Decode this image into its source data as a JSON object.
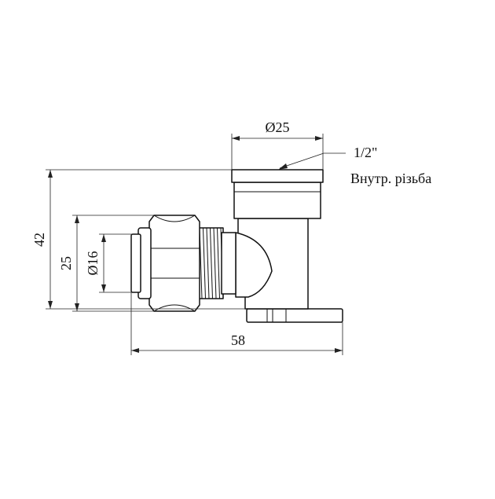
{
  "drawing": {
    "dimensions": {
      "top_diameter": "Ø25",
      "thread_size": "1/2\"",
      "thread_note": "Внутр. різьба",
      "overall_height": "42",
      "nut_height": "25",
      "pipe_diameter": "Ø16",
      "overall_length": "58"
    }
  }
}
